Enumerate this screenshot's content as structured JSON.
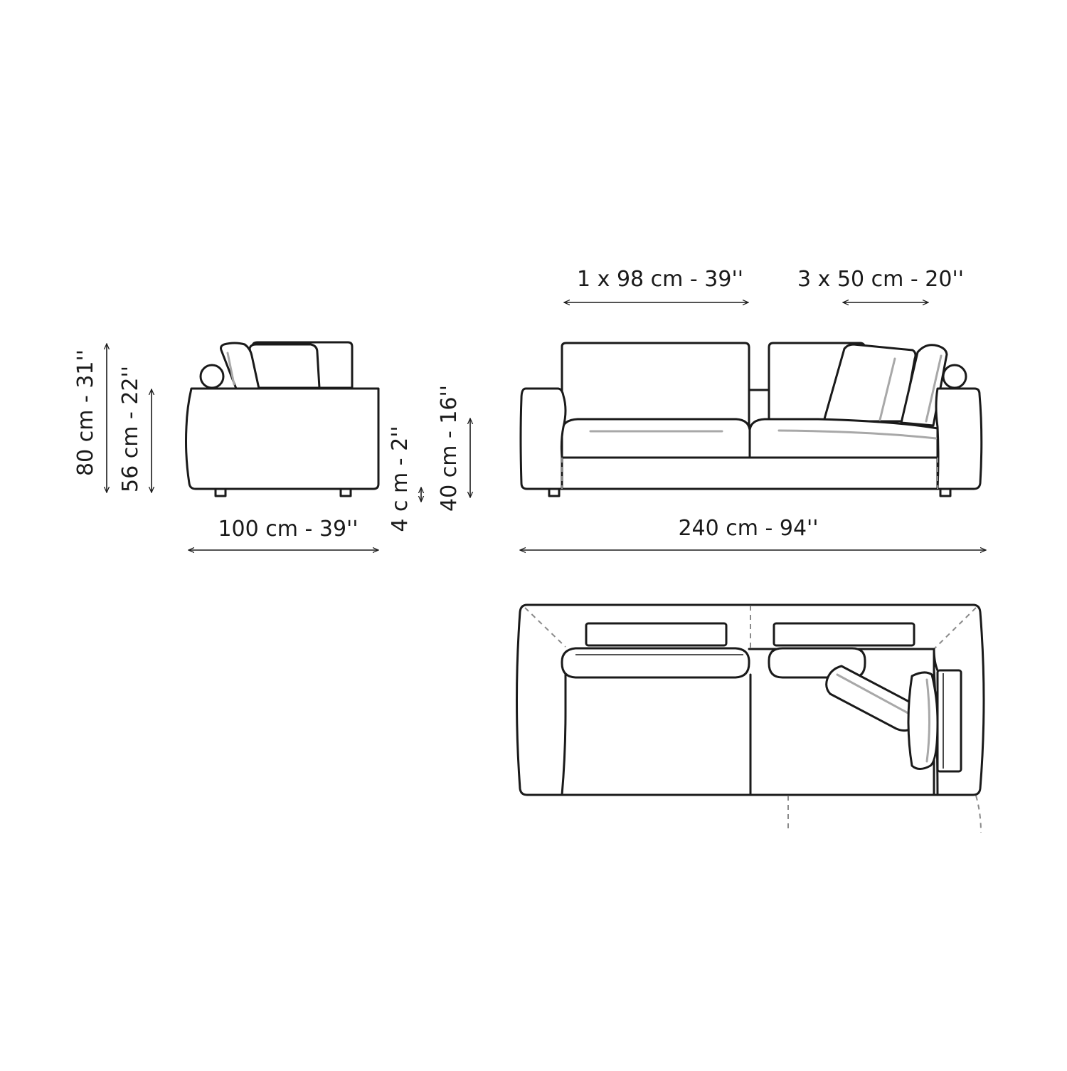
{
  "dimensions": {
    "side_depth": "100 cm - 39''",
    "total_height": "80 cm - 31''",
    "arm_height": "56 cm - 22''",
    "seat_height": "40 cm - 16''",
    "foot_height": "4 c m - 2''",
    "front_width": "240 cm - 94''",
    "back_cushion_large": "1 x 98 cm - 39''",
    "back_cushion_small": "3 x 50 cm - 20''"
  },
  "colors": {
    "line": "#1a1a1a",
    "highlight": "#a8a8a8",
    "hidden_edge": "#8a8a8a",
    "background": "#ffffff"
  }
}
